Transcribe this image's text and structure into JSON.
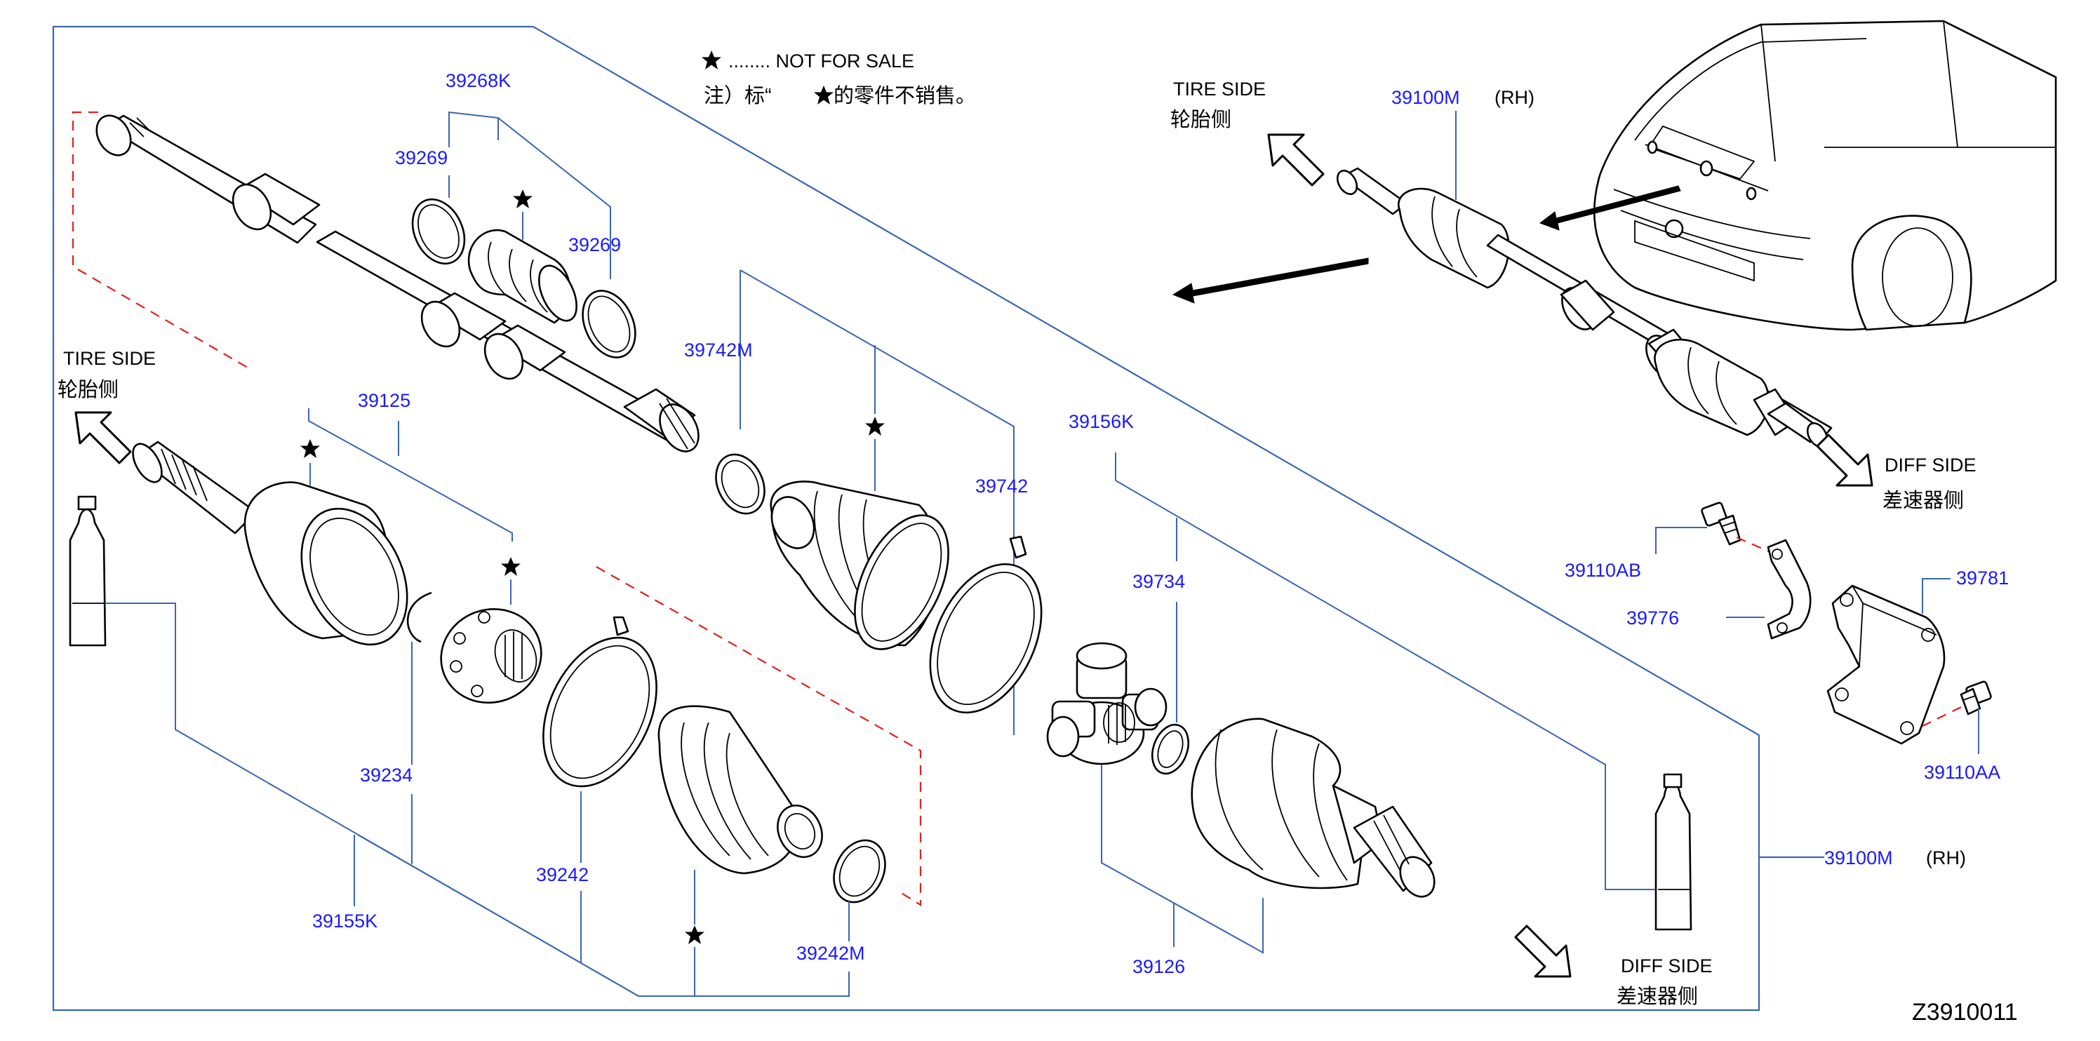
{
  "legend": {
    "star_line": "........ NOT FOR SALE",
    "star_line_cn_prefix": "注）标“",
    "star_line_cn_suffix": "的零件不销售。"
  },
  "directions": {
    "tire_side": "TIRE SIDE",
    "tire_side_cn": "轮胎侧",
    "diff_side": "DIFF SIDE",
    "diff_side_cn": "差速器侧"
  },
  "parts": {
    "p39268K": "39268K",
    "p39269_left": "39269",
    "p39269_right": "39269",
    "p39742M": "39742M",
    "p39125": "39125",
    "p39742": "39742",
    "p39156K": "39156K",
    "p39734": "39734",
    "p39234": "39234",
    "p39242": "39242",
    "p39155K": "39155K",
    "p39242M": "39242M",
    "p39126": "39126",
    "p39100M_top": "39100M",
    "p39100M_right": "39100M",
    "p39110AB": "39110AB",
    "p39776": "39776",
    "p39781": "39781",
    "p39110AA": "39110AA"
  },
  "rh_label": "(RH)",
  "diagram_code": "Z3910011",
  "icons": [
    "star-icon",
    "tire-side-arrow-icon",
    "diff-side-arrow-icon",
    "car-icon"
  ]
}
